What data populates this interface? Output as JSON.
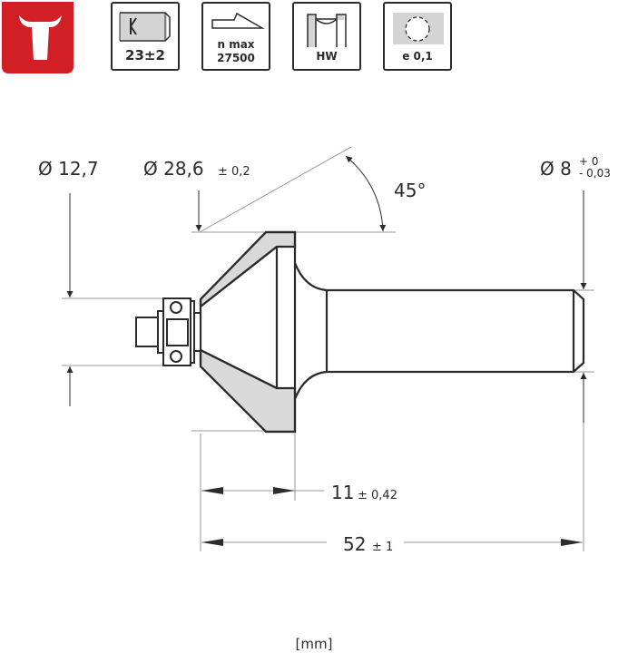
{
  "header": {
    "brand_logo": "bull-head-logo",
    "brand_color": "#d21f26",
    "spec_icons": [
      {
        "icon": "shank-length-icon",
        "label": "23±2"
      },
      {
        "icon": "max-speed-icon",
        "label_line1": "n max",
        "label_line2": "27500"
      },
      {
        "icon": "carbide-tip-icon",
        "label": "HW"
      },
      {
        "icon": "runout-tolerance-icon",
        "label": "e 0,1"
      }
    ]
  },
  "drawing": {
    "bearing_diameter": {
      "label": "Ø 12,7"
    },
    "cutter_diameter": {
      "label": "Ø 28,6",
      "tolerance": "± 0,2"
    },
    "angle": {
      "label": "45°"
    },
    "shank_diameter": {
      "label": "Ø 8",
      "tol_upper": "+ 0",
      "tol_lower": "- 0,03"
    },
    "cutting_length": {
      "label": "11",
      "tolerance": "± 0,42"
    },
    "total_length": {
      "label": "52",
      "tolerance": "± 1"
    },
    "line_color": "#2b2b2b",
    "fill_color": "#d9d9d9",
    "dim_line_color": "#9a9a9a"
  },
  "footer": {
    "units": "[mm]"
  }
}
